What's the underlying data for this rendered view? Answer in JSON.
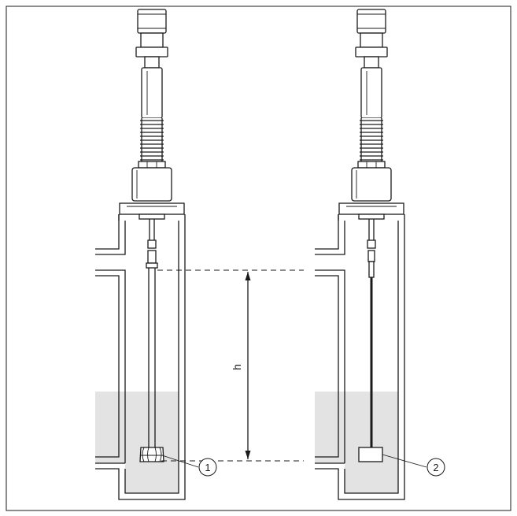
{
  "diagram": {
    "dimension_label": "h",
    "callouts": [
      {
        "number": "1"
      },
      {
        "number": "2"
      }
    ],
    "liquid_color": "#e3e3e3",
    "line_color": "#1a1a1a"
  }
}
